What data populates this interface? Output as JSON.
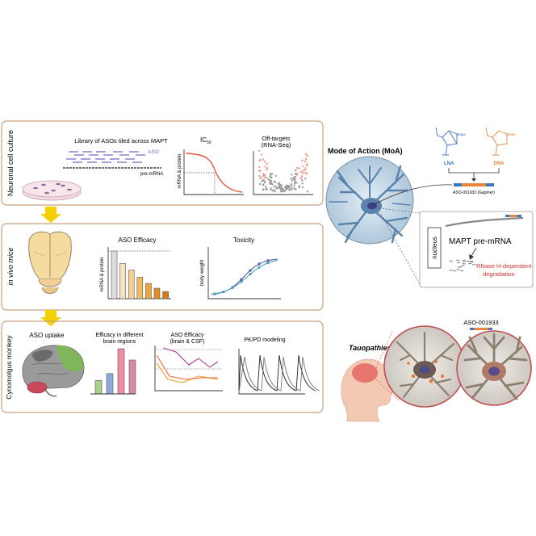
{
  "panels": {
    "cell_culture": {
      "side_label": "Neuronal cell culture",
      "library_title": "Library of ASOs tiled across MAPT",
      "aso_label": "ASO",
      "premrna_label": "pre-mRNA",
      "ic50_title": "IC",
      "ic50_sub": "50",
      "ic50_ylabel": "mRNA & protein",
      "offtarget_title": "Off-targets",
      "offtarget_sub": "(RNA-Seq)"
    },
    "mice": {
      "side_label": "in vivo mice",
      "efficacy_title": "ASO Efficacy",
      "efficacy_ylabel": "mRNA & protein",
      "efficacy_values": [
        100,
        74,
        60,
        45,
        32,
        22,
        15
      ],
      "toxicity_title": "Toxicity",
      "toxicity_ylabel": "body weight"
    },
    "monkey": {
      "side_label": "Cynomolgus monkey",
      "uptake_title": "ASO uptake",
      "regions_title": "Efficacy in different",
      "regions_title2": "brain regions",
      "region_values": [
        30,
        45,
        100,
        75
      ],
      "csf_title": "ASO Efficacy",
      "csf_sub": "(brain & CSF)",
      "pkpd_title": "PK/PD modeling"
    }
  },
  "moa": {
    "title": "Mode of Action (MoA)",
    "lna_label": "LNA",
    "dna_label": "DNA",
    "base_label": "Base",
    "compound_label": "ASO-001933 (Gapmer)",
    "nucleus_label": "nucleus",
    "mapt_label": "MAPT pre-mRNA",
    "rnase_label": "RNase H-dependent",
    "rnase_label2": "degradation"
  },
  "tauopathy": {
    "label": "Tauopathies",
    "compound": "ASO-001933"
  },
  "colors": {
    "panel_border": "#c8a07c",
    "arrow": "#f5d000",
    "aso_purple": "#7070c8",
    "ic50_red": "#e8553a",
    "lna_blue": "#3a78c0",
    "dna_orange": "#e8853a",
    "rnase_red": "#d9342b",
    "cell_blue": "#c6dbe9",
    "neuron_blue": "#5a82ad"
  }
}
